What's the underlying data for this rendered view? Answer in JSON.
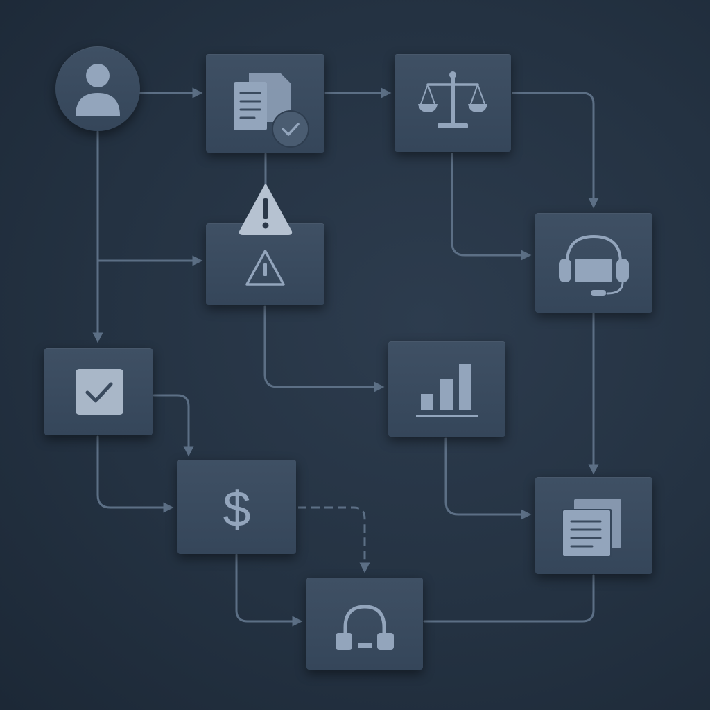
{
  "diagram": {
    "nodes": [
      {
        "id": "user",
        "icon": "user-icon",
        "shape": "circle"
      },
      {
        "id": "documents-approved",
        "icon": "documents-check-icon"
      },
      {
        "id": "legal",
        "icon": "balance-scale-icon"
      },
      {
        "id": "warning",
        "icon": "warning-triangle-icon",
        "badge": "exclamation-alert-icon"
      },
      {
        "id": "support",
        "icon": "headset-icon"
      },
      {
        "id": "approval",
        "icon": "checkbox-icon"
      },
      {
        "id": "analytics",
        "icon": "bar-chart-icon"
      },
      {
        "id": "payment",
        "icon": "dollar-icon"
      },
      {
        "id": "reports",
        "icon": "documents-stack-icon"
      },
      {
        "id": "helpdesk",
        "icon": "headphones-icon"
      }
    ],
    "edges": [
      {
        "from": "user",
        "to": "documents-approved",
        "style": "solid"
      },
      {
        "from": "documents-approved",
        "to": "legal",
        "style": "solid"
      },
      {
        "from": "documents-approved",
        "to": "warning",
        "style": "solid"
      },
      {
        "from": "user",
        "to": "warning",
        "style": "solid"
      },
      {
        "from": "user",
        "to": "approval",
        "style": "solid"
      },
      {
        "from": "legal",
        "to": "support",
        "style": "solid"
      },
      {
        "from": "legal",
        "to": "support",
        "style": "solid"
      },
      {
        "from": "warning",
        "to": "analytics",
        "style": "solid"
      },
      {
        "from": "support",
        "to": "reports",
        "style": "solid"
      },
      {
        "from": "approval",
        "to": "payment",
        "style": "solid"
      },
      {
        "from": "approval",
        "to": "payment",
        "style": "solid"
      },
      {
        "from": "analytics",
        "to": "reports",
        "style": "solid"
      },
      {
        "from": "payment",
        "to": "helpdesk",
        "style": "dashed"
      },
      {
        "from": "payment",
        "to": "helpdesk",
        "style": "solid"
      },
      {
        "from": "reports",
        "to": "helpdesk",
        "style": "solid"
      }
    ],
    "colors": {
      "background": "#243242",
      "node_fill": "#3b4c60",
      "icon": "#93a5bc",
      "connector": "#5c6f85"
    }
  }
}
